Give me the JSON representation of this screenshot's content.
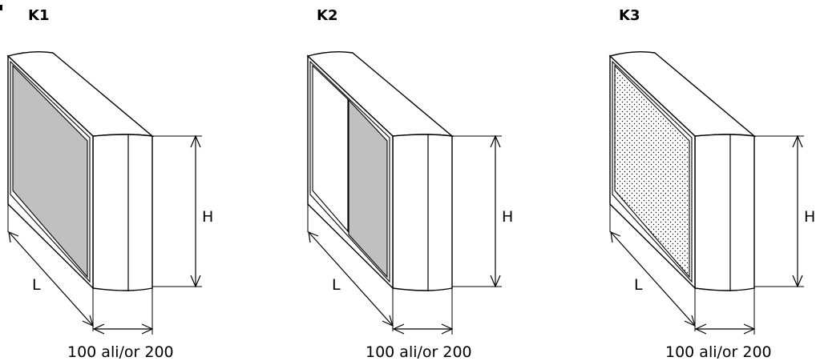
{
  "figures": [
    {
      "label": "K1",
      "filter": "solid-gray",
      "height_label": "H",
      "length_label": "L",
      "width_caption": "100 ali/or 200"
    },
    {
      "label": "K2",
      "filter": "half-gray",
      "height_label": "H",
      "length_label": "L",
      "width_caption": "100 ali/or 200"
    },
    {
      "label": "K3",
      "filter": "dotted",
      "height_label": "H",
      "length_label": "L",
      "width_caption": "100 ali/or 200"
    }
  ],
  "colors": {
    "outline": "#000000",
    "filter_fill": "#c0c0c0",
    "body_fill": "#ffffff"
  }
}
